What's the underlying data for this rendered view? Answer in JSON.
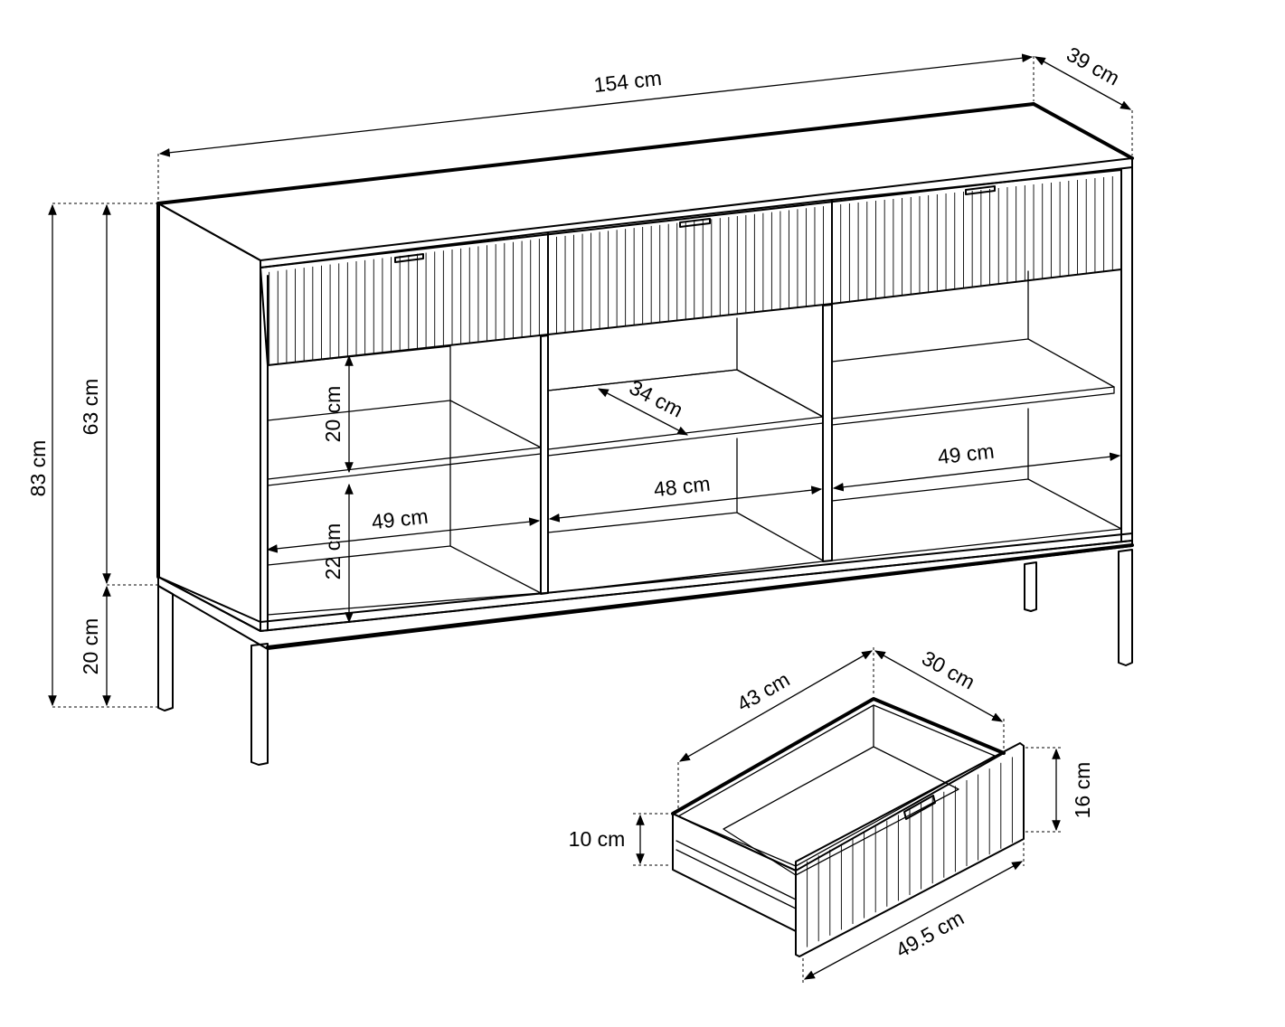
{
  "diagram": {
    "labels": {
      "width": "154 cm",
      "depth": "39 cm",
      "height_total": "83 cm",
      "height_body": "63 cm",
      "height_legs": "20 cm",
      "shelf_upper": "20 cm",
      "shelf_lower": "22 cm",
      "inner_depth": "34 cm",
      "inner_width_left": "49 cm",
      "inner_width_middle": "48 cm",
      "inner_width_right": "49 cm",
      "drawer_inner_width": "43 cm",
      "drawer_inner_depth": "30 cm",
      "drawer_side_height": "10 cm",
      "drawer_front_height": "16 cm",
      "drawer_front_width": "49.5 cm"
    }
  }
}
